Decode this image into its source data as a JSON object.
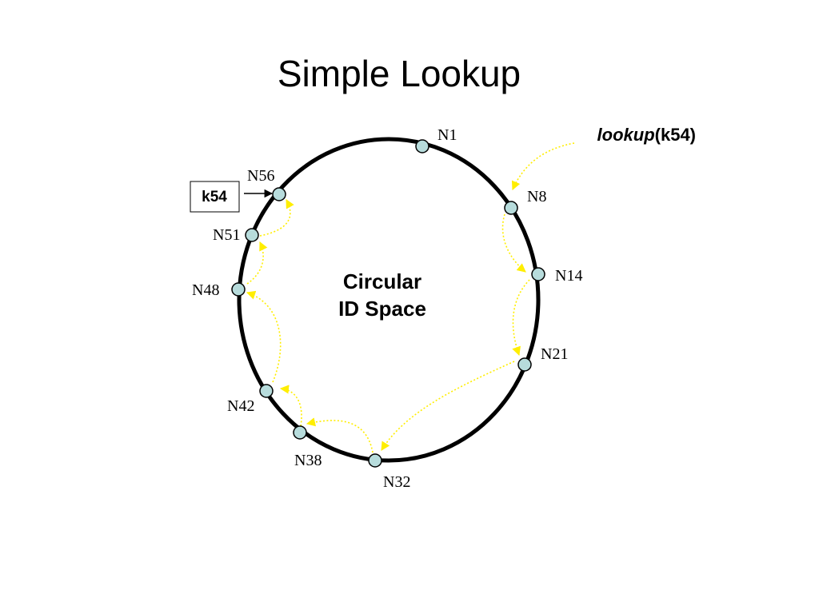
{
  "title": "Simple Lookup",
  "center_label": {
    "line1": "Circular",
    "line2": "ID Space"
  },
  "lookup": {
    "function": "lookup",
    "argument": "(k54)"
  },
  "key_box": {
    "label": "k54"
  },
  "nodes": [
    {
      "id": "N1",
      "label": "N1"
    },
    {
      "id": "N8",
      "label": "N8"
    },
    {
      "id": "N14",
      "label": "N14"
    },
    {
      "id": "N21",
      "label": "N21"
    },
    {
      "id": "N32",
      "label": "N32"
    },
    {
      "id": "N38",
      "label": "N38"
    },
    {
      "id": "N42",
      "label": "N42"
    },
    {
      "id": "N48",
      "label": "N48"
    },
    {
      "id": "N51",
      "label": "N51"
    },
    {
      "id": "N56",
      "label": "N56"
    }
  ],
  "colors": {
    "ring": "#000000",
    "node_fill": "#b7dcdc",
    "hop_arrow": "#ffee00"
  }
}
